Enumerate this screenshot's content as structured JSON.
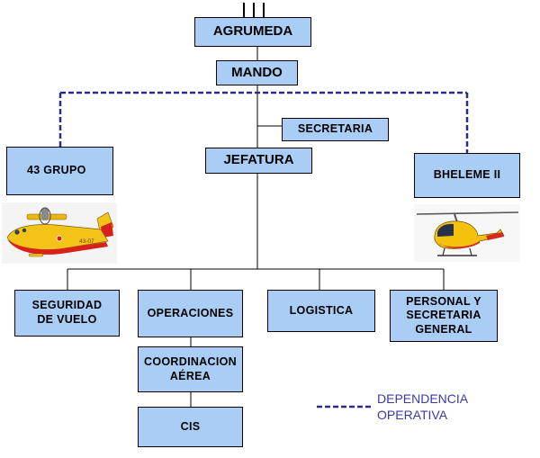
{
  "nodes": {
    "agrumeda": "AGRUMEDA",
    "mando": "MANDO",
    "secretaria": "SECRETARIA",
    "jefatura": "JEFATURA",
    "grupo43": "43 GRUPO",
    "bheleme": "BHELEME II",
    "seguridad": "SEGURIDAD\nDE VUELO",
    "operaciones": "OPERACIONES",
    "logistica": "LOGISTICA",
    "personal": "PERSONAL Y\nSECRETARIA\nGENERAL",
    "coordinacion": "COORDINACION\nAÉREA",
    "cis": "CIS"
  },
  "plane_tail_number": "43-07",
  "legend": {
    "label": "DEPENDENCIA\nOPERATIVA",
    "line_color": "#2b2b8a"
  },
  "colors": {
    "box_fill": "#a9cdf5",
    "line": "#000000",
    "plane_yellow": "#f3c318",
    "plane_red": "#d8211a",
    "heli_yellow": "#f4c20d",
    "heli_red": "#d62a1e"
  }
}
